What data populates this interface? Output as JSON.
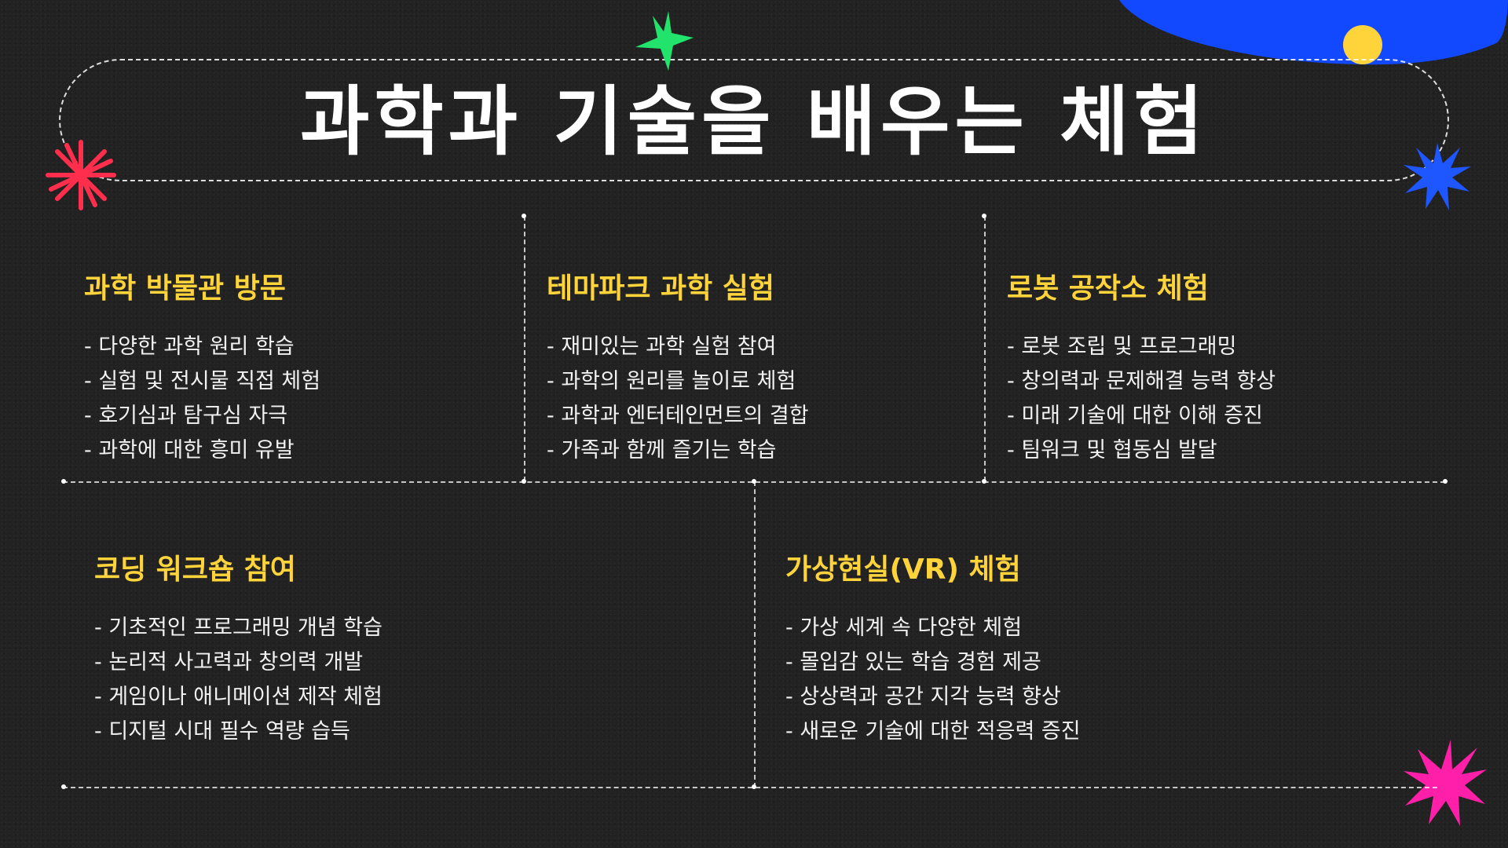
{
  "title": "과학과 기술을 배우는 체험",
  "cards": [
    {
      "title": "과학 박물관 방문",
      "items": [
        "- 다양한 과학 원리 학습",
        "- 실험 및 전시물 직접 체험",
        "- 호기심과 탐구심 자극",
        "- 과학에 대한 흥미 유발"
      ]
    },
    {
      "title": "테마파크 과학 실험",
      "items": [
        "- 재미있는 과학 실험 참여",
        "- 과학의 원리를 놀이로 체험",
        "- 과학과 엔터테인먼트의 결합",
        "- 가족과 함께 즐기는 학습"
      ]
    },
    {
      "title": "로봇 공작소 체험",
      "items": [
        "- 로봇 조립 및 프로그래밍",
        "- 창의력과 문제해결 능력 향상",
        "- 미래 기술에 대한 이해 증진",
        "- 팀워크 및 협동심 발달"
      ]
    },
    {
      "title": "코딩 워크숍 참여",
      "items": [
        "- 기초적인 프로그래밍 개념 학습",
        "- 논리적 사고력과 창의력 개발",
        "- 게임이나 애니메이션 제작 체험",
        "- 디지털 시대 필수 역량 습득"
      ]
    },
    {
      "title": "가상현실(VR) 체험",
      "items": [
        "- 가상 세계 속 다양한 체험",
        "- 몰입감 있는 학습 경험 제공",
        "- 상상력과 공간 지각 능력 향상",
        "- 새로운 기술에 대한 적응력 증진"
      ]
    }
  ],
  "colors": {
    "background": "#222222",
    "accent_yellow": "#FFD43B",
    "star_green": "#22E36B",
    "star_red": "#FF2E4D",
    "star_blue": "#1E56FF",
    "star_magenta": "#FF1FA8",
    "blob_blue": "#1249FF",
    "blob_dot_yellow": "#FFD43B"
  },
  "decorations": [
    "green-star-icon",
    "red-asterisk-icon",
    "blue-burst-icon",
    "magenta-burst-icon",
    "blue-blob-shape"
  ]
}
